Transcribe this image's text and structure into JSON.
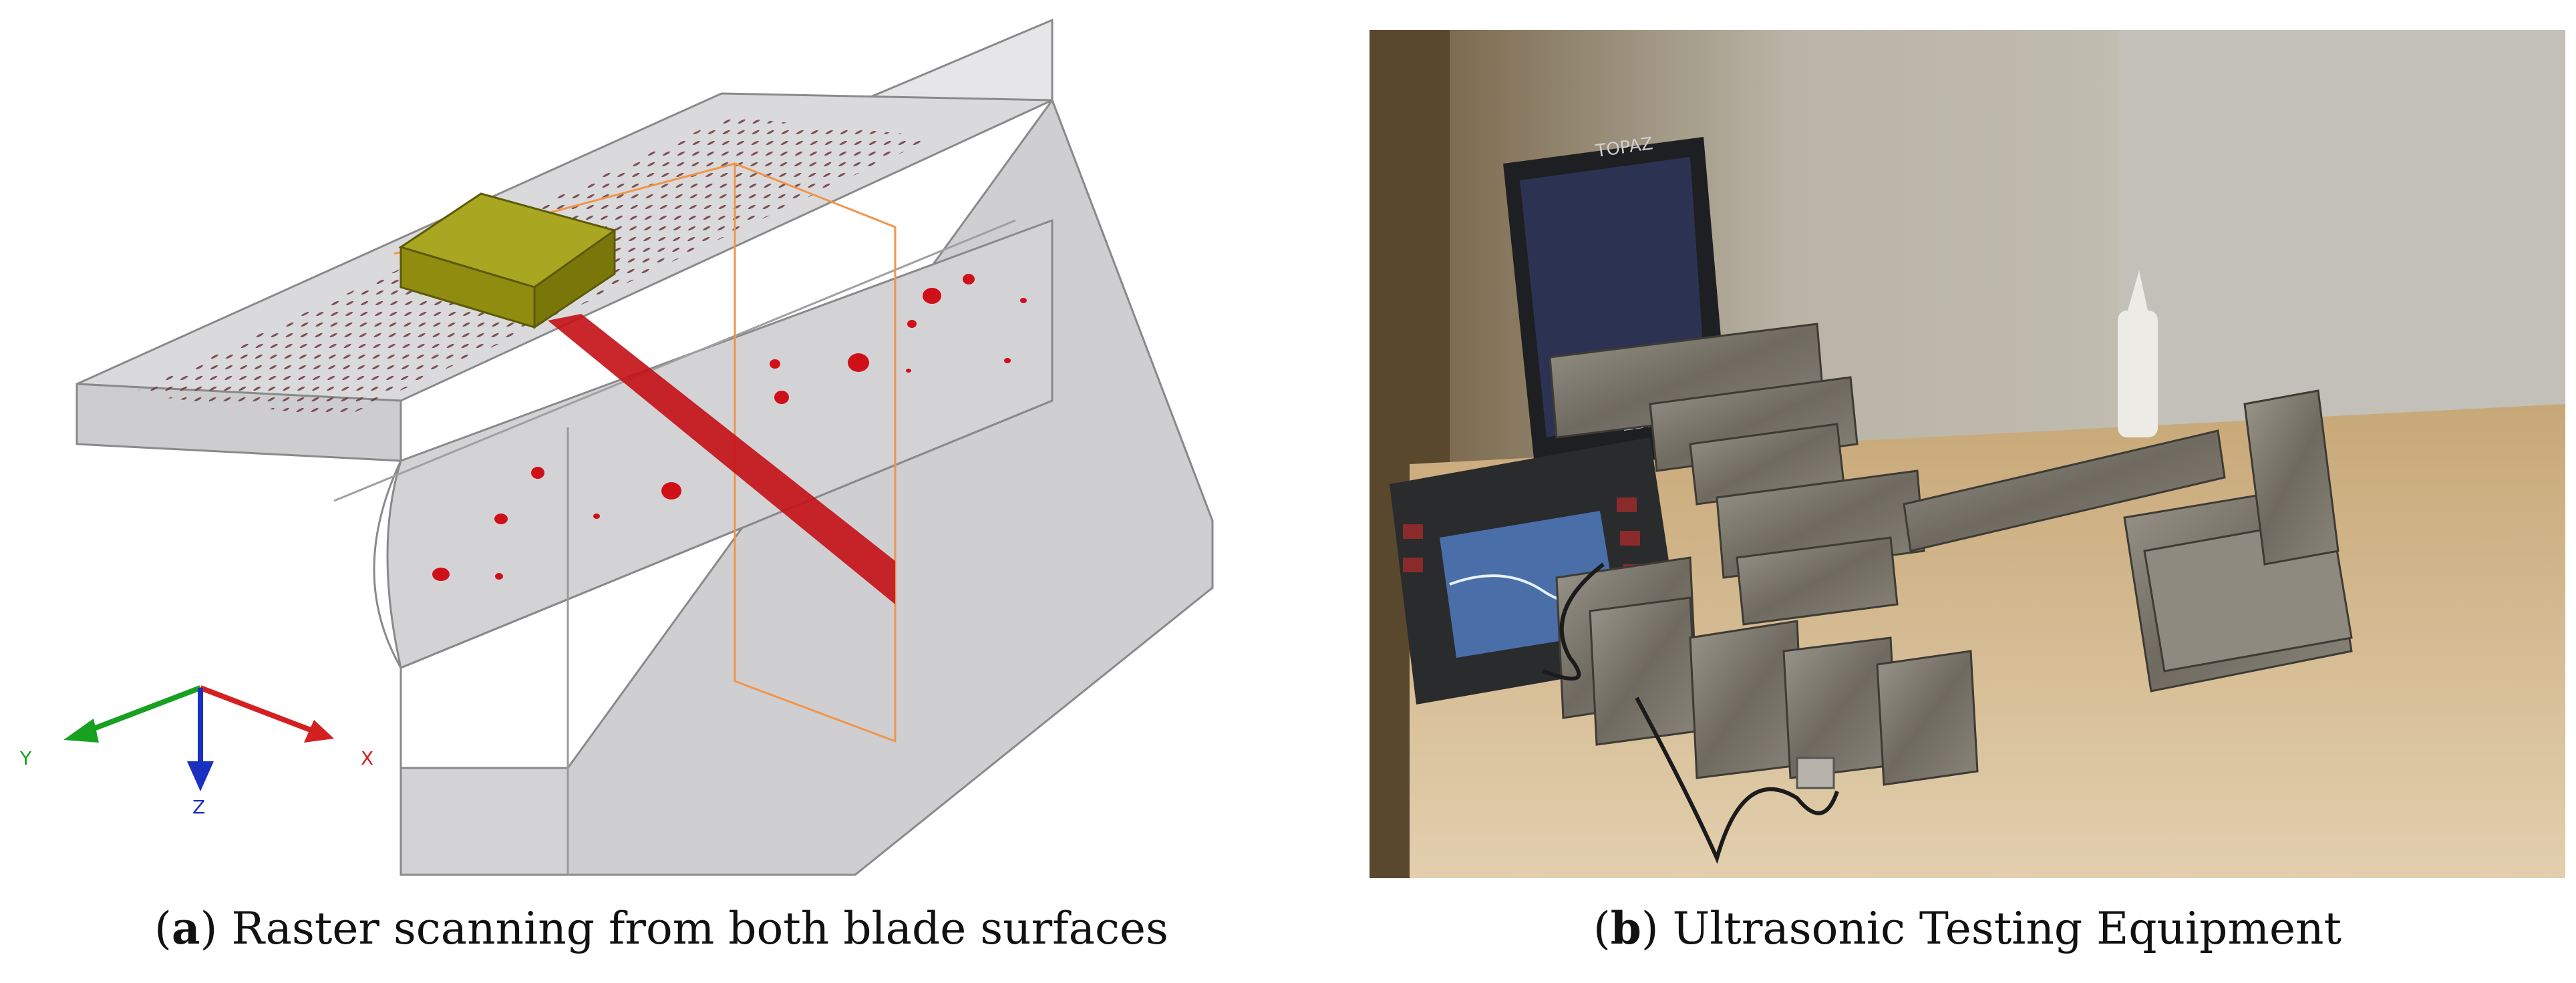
{
  "figure": {
    "panel_a": {
      "caption_prefix": "(",
      "caption_letter": "a",
      "caption_text": ") Raster scanning from both blade surfaces",
      "axes_labels": {
        "x": "X",
        "y": "Y",
        "z": "Z"
      },
      "colors": {
        "block_fill": "#d7d7d9",
        "block_stroke": "#8a8a8a",
        "probe": "#8f8c10",
        "beam": "#c41016",
        "defects": "#d01018",
        "raster_dots": "#6a3a3a",
        "scan_frame": "#f0954a",
        "axis_x": "#d42020",
        "axis_y": "#18a020",
        "axis_z": "#1a30c0"
      }
    },
    "panel_b": {
      "caption_prefix": "(",
      "caption_letter": "b",
      "caption_text": ") Ultrasonic Testing Equipment",
      "device_labels": {
        "tablet_brand_top": "TOPAZ",
        "tablet_brand_bottom": "ZETEC"
      }
    }
  }
}
